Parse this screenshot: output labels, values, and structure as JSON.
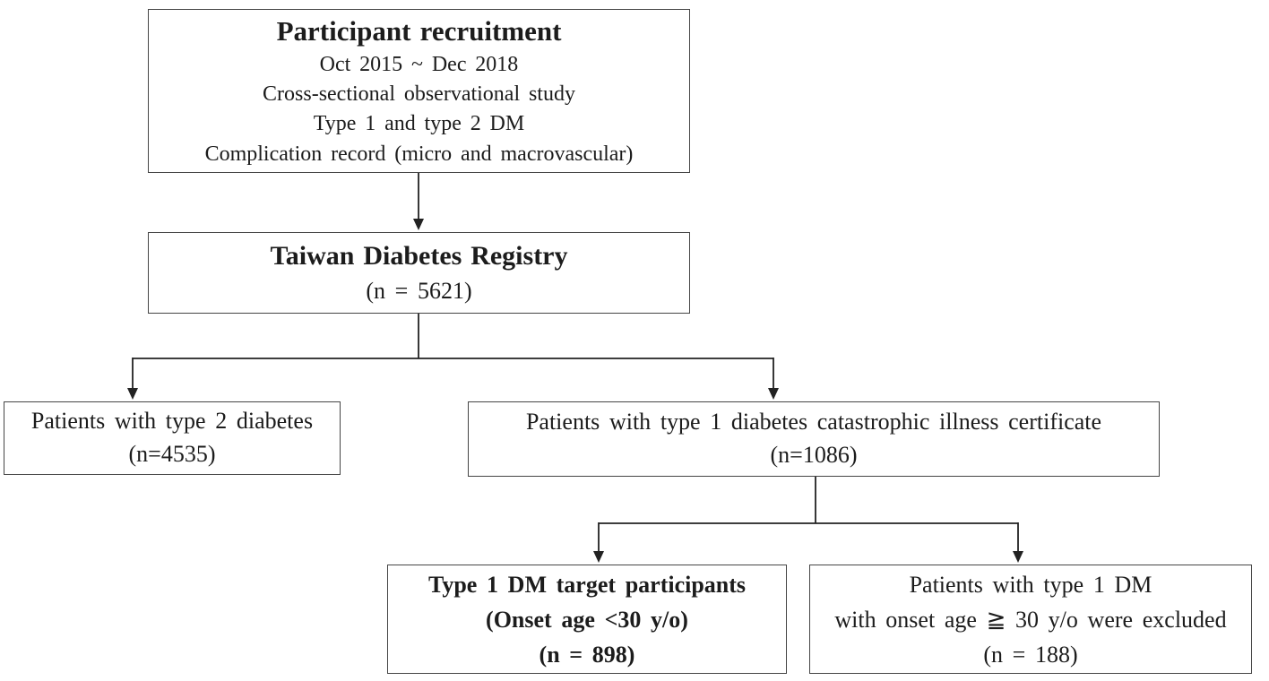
{
  "flowchart": {
    "recruitment": {
      "title": "Participant recruitment",
      "lines": [
        "Oct 2015 ~ Dec 2018",
        "Cross-sectional observational study",
        "Type 1 and type 2 DM",
        "Complication record (micro and macrovascular)"
      ]
    },
    "registry": {
      "title": "Taiwan Diabetes Registry",
      "count": "(n = 5621)"
    },
    "type2": {
      "text": "Patients with type 2 diabetes",
      "count": "(n=4535)"
    },
    "type1_certificate": {
      "text": "Patients with type 1 diabetes catastrophic illness certificate",
      "count": "(n=1086)"
    },
    "target": {
      "line1": "Type 1 DM target participants",
      "line2": "(Onset age <30 y/o)",
      "count": "(n = 898)"
    },
    "excluded": {
      "line1": "Patients with type 1 DM",
      "line2": "with onset age ≧ 30 y/o were excluded",
      "count": "(n = 188)"
    }
  },
  "colors": {
    "text": "#1c1c1c",
    "border": "#454545",
    "background": "#ffffff",
    "connector": "#222222"
  }
}
